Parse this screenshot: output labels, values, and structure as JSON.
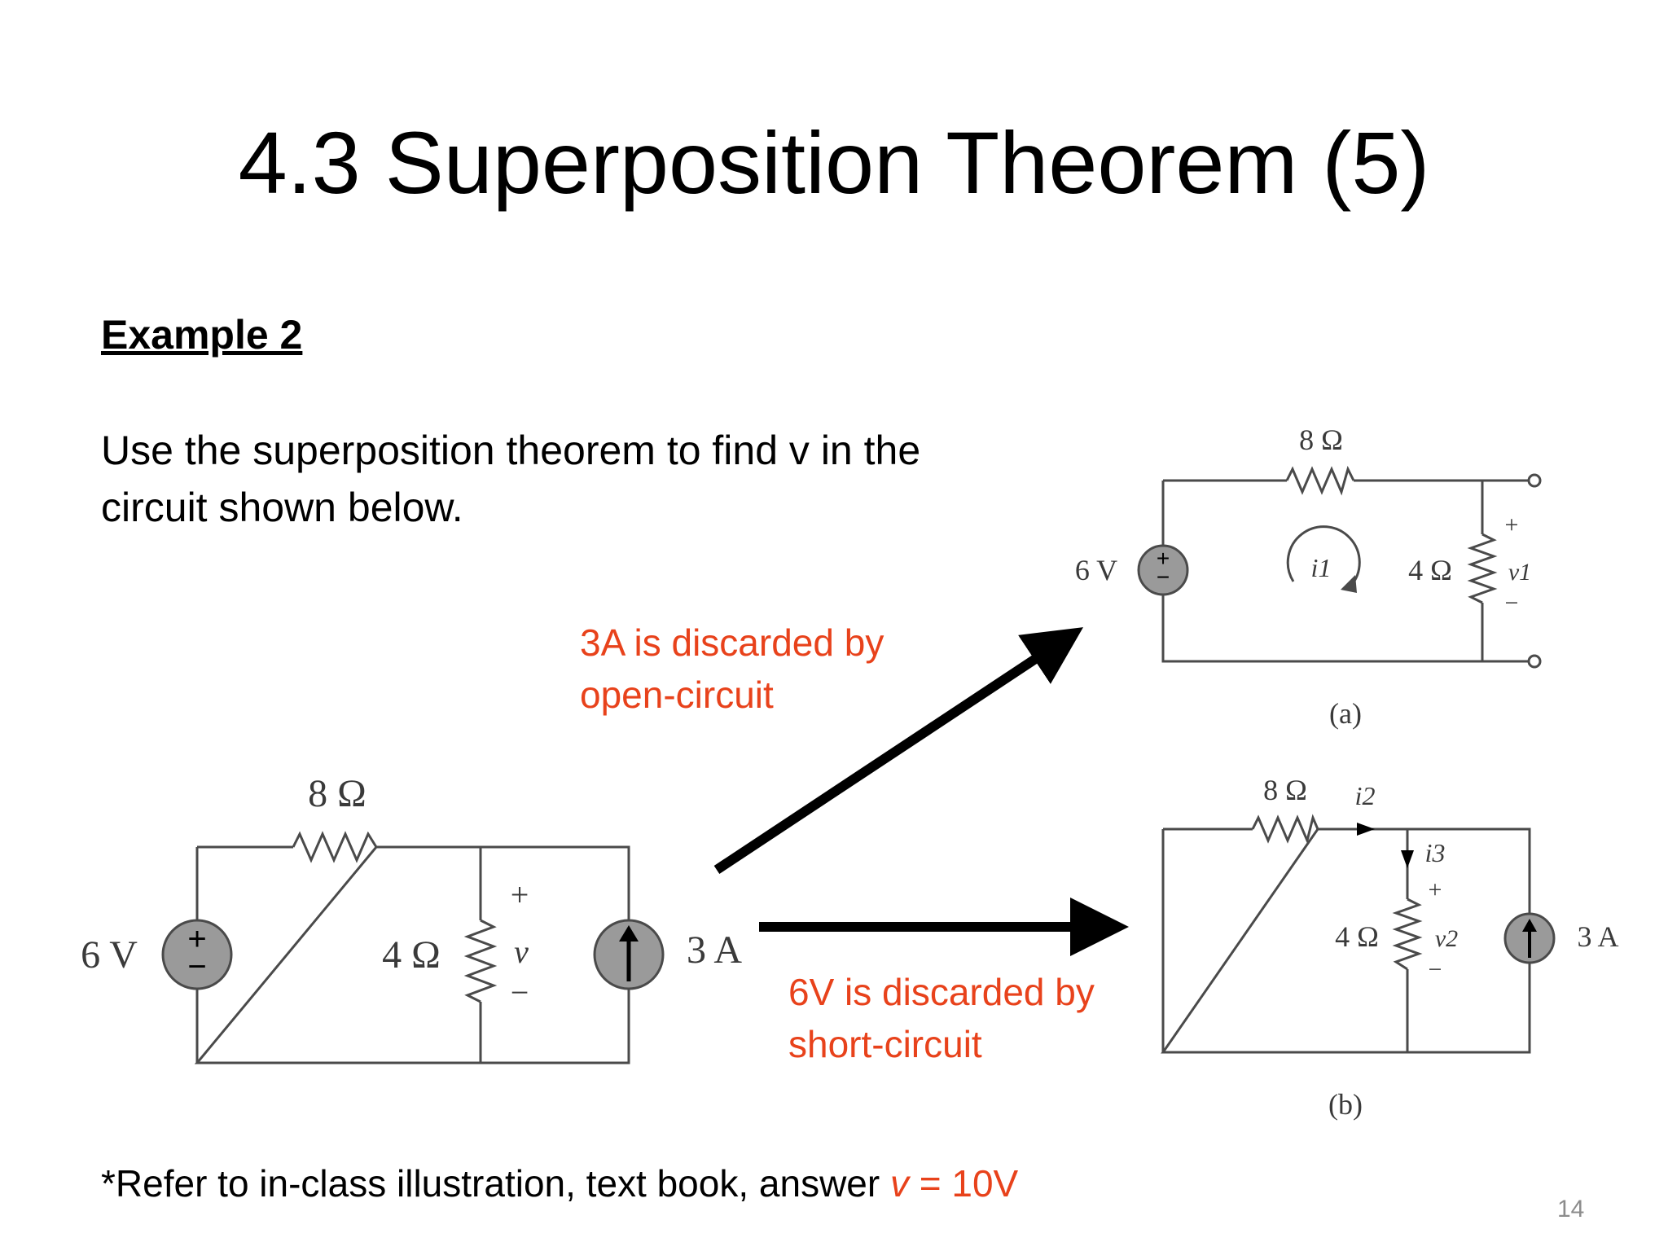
{
  "slide": {
    "title": "4.3 Superposition Theorem (5)",
    "example_heading": "Example 2",
    "problem_line1": "Use the superposition theorem to find v in the",
    "problem_line2": "circuit shown below.",
    "note_a_line1": "3A is discarded by",
    "note_a_line2": "open-circuit",
    "note_b_line1": "6V is discarded by",
    "note_b_line2": "short-circuit",
    "footer_prefix": "*Refer to in-class illustration, text book, answer ",
    "footer_var": "v",
    "footer_answer": " = 10V",
    "page_number": "14",
    "accent_color": "#e8421b"
  },
  "circuit_main": {
    "r_top": "8 Ω",
    "r_mid": "4 Ω",
    "v_source": "6 V",
    "i_source": "3 A",
    "v_label": "v",
    "plus": "+",
    "minus": "−"
  },
  "circuit_a": {
    "r_top": "8 Ω",
    "r_side": "4 Ω",
    "v_source": "6 V",
    "current": "i1",
    "voltage": "v1",
    "plus": "+",
    "minus": "−",
    "caption": "(a)"
  },
  "circuit_b": {
    "r_top": "8 Ω",
    "r_mid": "4 Ω",
    "i_source": "3 A",
    "current_2": "i2",
    "current_3": "i3",
    "voltage": "v2",
    "plus": "+",
    "minus": "−",
    "caption": "(b)"
  }
}
